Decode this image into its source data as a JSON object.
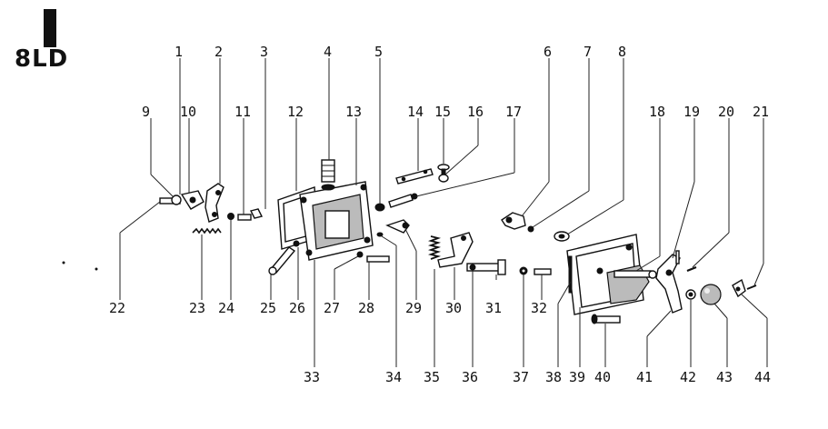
{
  "model_label": "8LD",
  "callouts_top": [
    "1",
    "2",
    "3",
    "4",
    "5",
    "6",
    "7",
    "8",
    "9",
    "10",
    "11",
    "12",
    "13",
    "14",
    "15",
    "16",
    "17",
    "18",
    "19",
    "20",
    "21"
  ],
  "callouts_bottom": [
    "22",
    "23",
    "24",
    "25",
    "26",
    "27",
    "28",
    "29",
    "30",
    "31",
    "32",
    "33",
    "34",
    "35",
    "36",
    "37",
    "38",
    "39",
    "40",
    "41",
    "42",
    "43",
    "44"
  ]
}
